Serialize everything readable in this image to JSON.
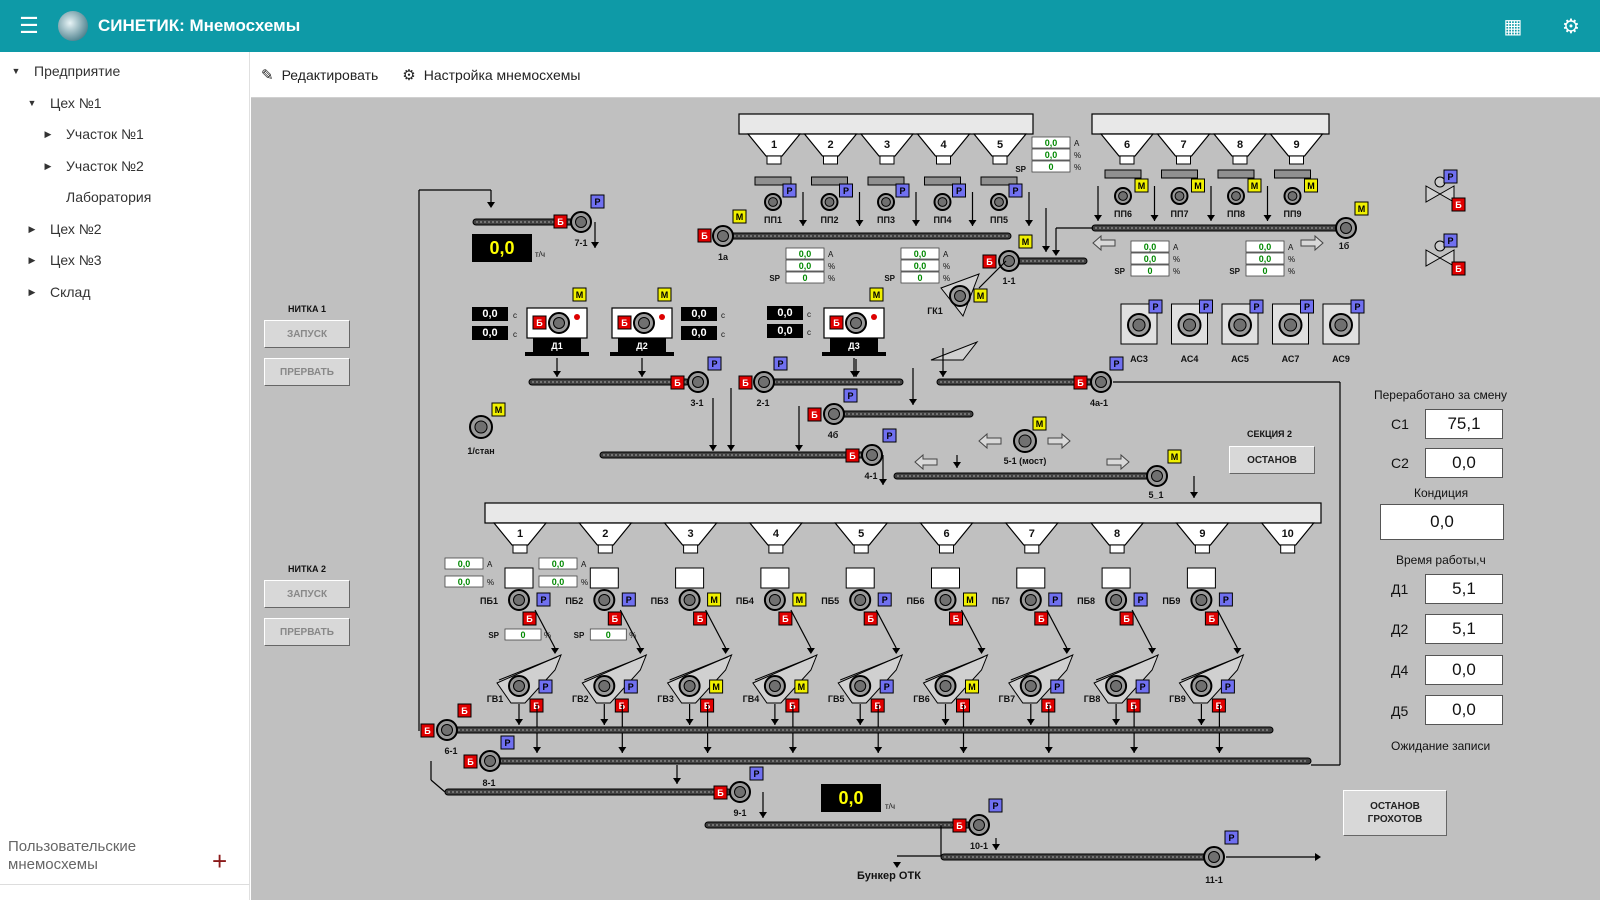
{
  "app": {
    "title": "СИНЕТИК: Мнемосхемы"
  },
  "sidebar": {
    "items": [
      {
        "label": "Предприятие"
      },
      {
        "label": "Цех №1"
      },
      {
        "label": "Участок №1"
      },
      {
        "label": "Участок №2"
      },
      {
        "label": "Лаборатория"
      },
      {
        "label": "Цех №2"
      },
      {
        "label": "Цех №3"
      },
      {
        "label": "Склад"
      }
    ],
    "user_schemes": "Пользовательские мнемосхемы"
  },
  "toolbar": {
    "edit": "Редактировать",
    "settings": "Настройка мнемосхемы"
  },
  "mnemo": {
    "flow1": "0,0",
    "flow2": "0,0",
    "unit": "т/ч",
    "thread1": {
      "label": "НИТКА 1",
      "start": "ЗАПУСК",
      "abort": "ПРЕРВАТЬ"
    },
    "thread2": {
      "label": "НИТКА 2",
      "start": "ЗАПУСК",
      "abort": "ПРЕРВАТЬ"
    },
    "section2": {
      "label": "СЕКЦИЯ 2",
      "stop": "ОСТАНОВ"
    },
    "stop_screens": "ОСТАНОВ ГРОХОТОВ",
    "bunker_otk": "Бункер ОТК",
    "processed": "Переработано за смену",
    "c1_label": "С1",
    "c1": "75,1",
    "c2_label": "С2",
    "c2": "0,0",
    "condition_label": "Кондиция",
    "condition": "0,0",
    "worktime": "Время работы,ч",
    "d1_label": "Д1",
    "d1": "5,1",
    "d2_label": "Д2",
    "d2": "5,1",
    "d4_label": "Д4",
    "d4": "0,0",
    "d5_label": "Д5",
    "d5": "0,0",
    "waiting": "Ожидание записи",
    "timers": [
      "0,0",
      "0,0",
      "0,0",
      "0,0",
      "0,0",
      "0,0"
    ],
    "timer_unit": "с",
    "top_hoppers_a": [
      "1",
      "2",
      "3",
      "4",
      "5"
    ],
    "top_hoppers_b": [
      "6",
      "7",
      "8",
      "9"
    ],
    "feeders_a": [
      "ПП1",
      "ПП2",
      "ПП3",
      "ПП4",
      "ПП5"
    ],
    "feeders_b": [
      "ПП6",
      "ПП7",
      "ПП8",
      "ПП9"
    ],
    "crushers": [
      "Д1",
      "Д2",
      "Д3"
    ],
    "classifiers": [
      "АС3",
      "АС4",
      "АС5",
      "АС7",
      "АС9"
    ],
    "bottom_hoppers": [
      "1",
      "2",
      "3",
      "4",
      "5",
      "6",
      "7",
      "8",
      "9",
      "10"
    ],
    "pb": [
      "ПБ1",
      "ПБ2",
      "ПБ3",
      "ПБ4",
      "ПБ5",
      "ПБ6",
      "ПБ7",
      "ПБ8",
      "ПБ9"
    ],
    "gv": [
      "ГВ1",
      "ГВ2",
      "ГВ3",
      "ГВ4",
      "ГВ5",
      "ГВ6",
      "ГВ7",
      "ГВ8",
      "ГВ9"
    ],
    "conveyors": {
      "c71": "7-1",
      "c1a": "1а",
      "c11": "1-1",
      "c16": "1б",
      "c31": "3-1",
      "c21": "2-1",
      "c4b": "4б",
      "c4a1": "4а-1",
      "c41": "4-1",
      "c51m": "5-1 (мост)",
      "c51": "5_1",
      "c61": "6-1",
      "c81": "8-1",
      "c91": "9-1",
      "c101": "10-1",
      "c111": "11-1",
      "c1stan": "1/стан",
      "gk1": "ГК1"
    },
    "gauge": {
      "a": "А",
      "pct": "%",
      "sp": "SP",
      "v0": "0,0",
      "v00": "0"
    },
    "tags": {
      "b": "Б",
      "p": "Р",
      "m": "М"
    }
  }
}
